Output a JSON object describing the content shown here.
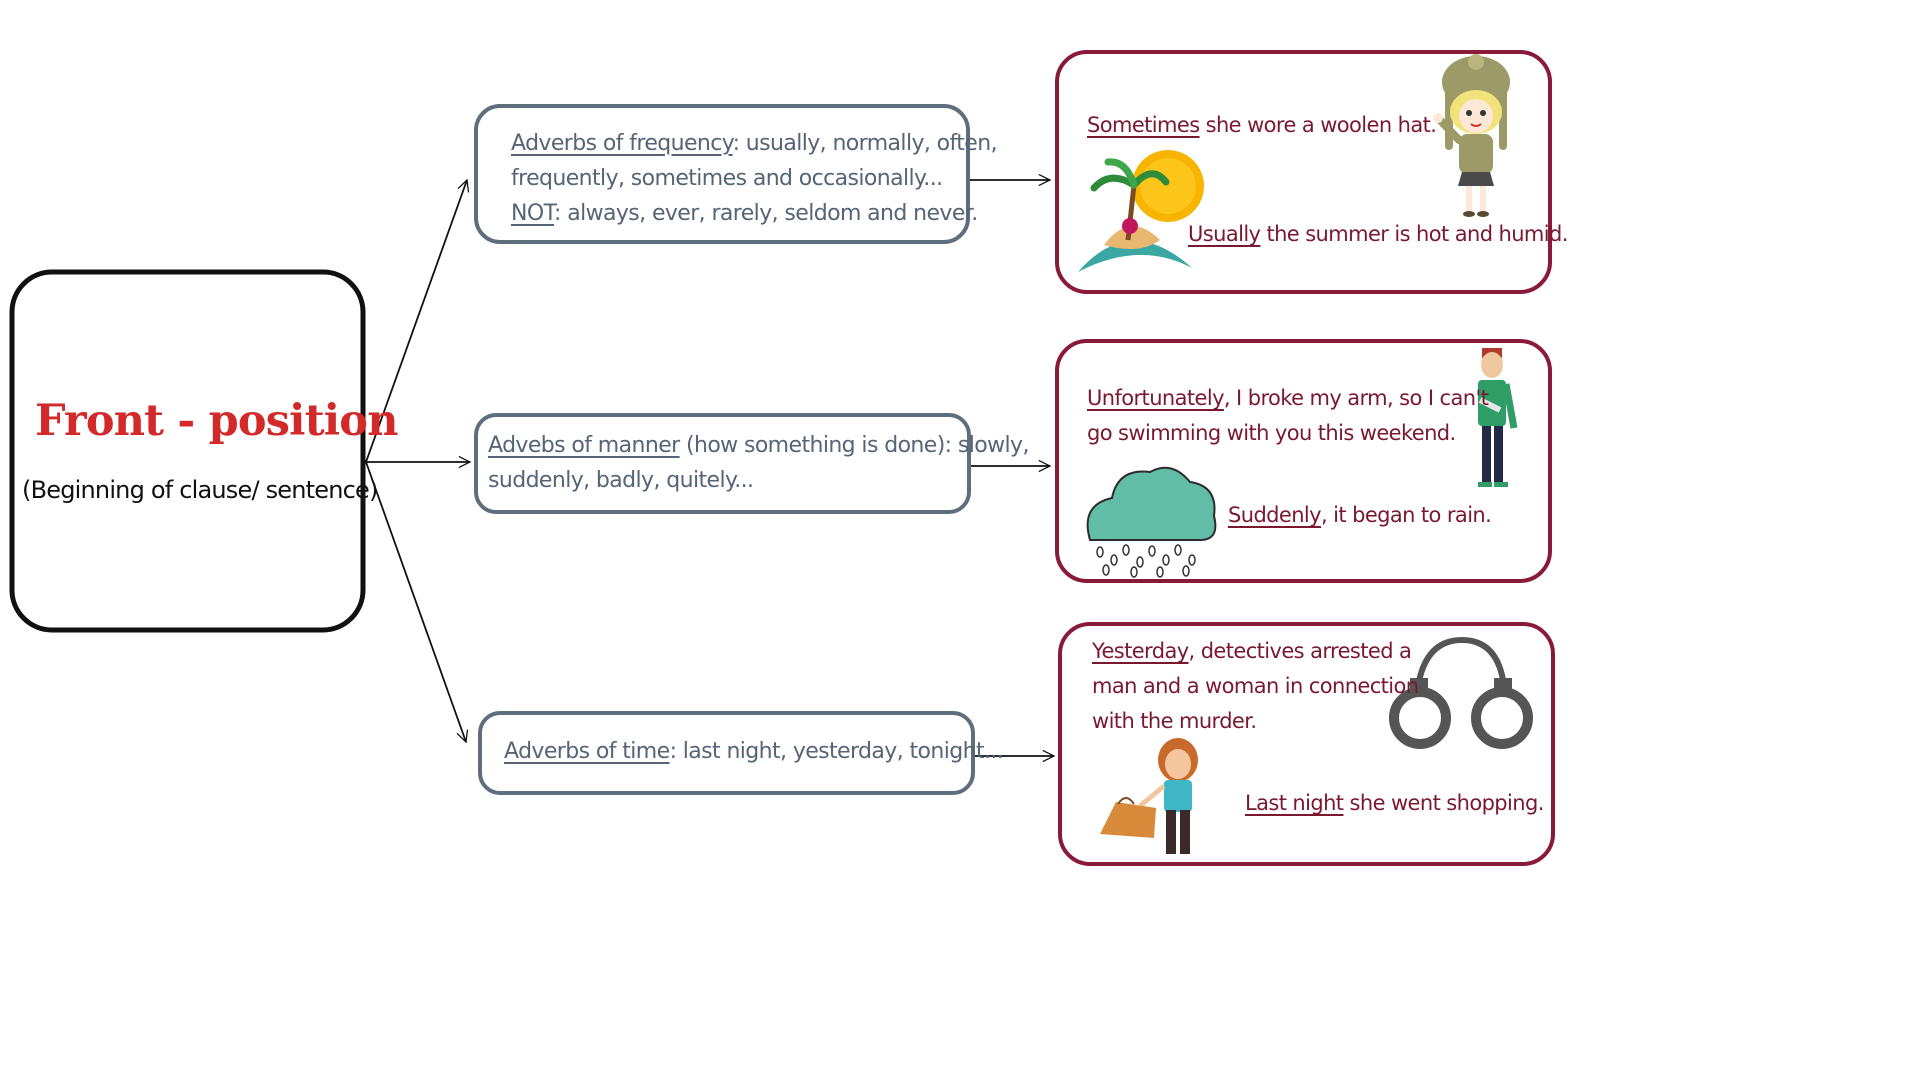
{
  "main_node": {
    "title": "Front - position",
    "subtitle": "(Beginning of clause/ sentence)"
  },
  "categories": {
    "frequency": {
      "label": "Adverbs of frequency",
      "line1_rest": ": usually, normally, often,",
      "line2": "frequently, sometimes and occasionally...",
      "not_label": "NOT",
      "line3_rest": ": always, ever, rarely, seldom and never."
    },
    "manner": {
      "label": "Advebs of manner",
      "line1_rest": " (how something is done): slowly,",
      "line2": "suddenly, badly, quitely..."
    },
    "time": {
      "label": "Adverbs of time",
      "line1_rest": ": last night, yesterday, tonight..."
    }
  },
  "examples": {
    "frequency": {
      "ex1_adverb": "Sometimes",
      "ex1_rest": " she wore a woolen hat.",
      "ex2_adverb": "Usually",
      "ex2_rest": " the summer is hot and humid."
    },
    "manner": {
      "ex1_adverb": "Unfortunately",
      "ex1_rest": ", I broke my arm, so I can't",
      "ex1_line2": "go swimming with you this weekend.",
      "ex2_adverb": "Suddenly",
      "ex2_rest": ", it began to rain."
    },
    "time": {
      "ex1_adverb": "Yesterday",
      "ex1_rest": ", detectives arrested a",
      "ex1_line2": "man and a woman in connection",
      "ex1_line3": "with the murder.",
      "ex2_adverb": "Last night",
      "ex2_rest": " she went shopping."
    }
  },
  "colors": {
    "main_title": "#d22a2a",
    "category_border": "#5e6e7c",
    "category_text": "#556575",
    "example_border": "#8a1a3a",
    "example_text": "#7a1832"
  },
  "icons": [
    "woman-in-hat-illustration",
    "sun-and-palm-island-illustration",
    "man-with-arm-sling-illustration",
    "rain-cloud-illustration",
    "handcuffs-illustration",
    "woman-with-shopping-bags-illustration"
  ]
}
